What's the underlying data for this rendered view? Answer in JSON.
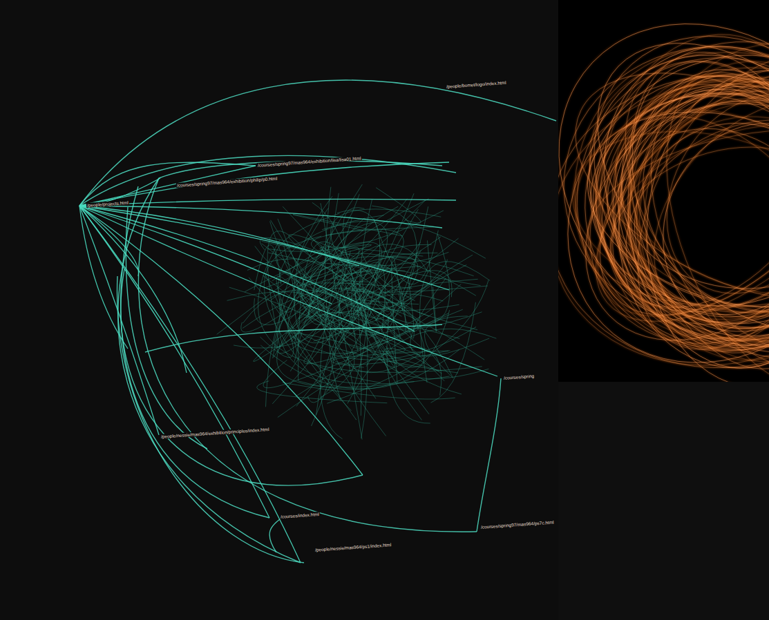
{
  "diagram": {
    "labels": [
      "/people/bomet/logo/index.html",
      "/courses/spring97/mas964/exhibition/lisa/lisa01.html",
      "/courses/spring97/mas964/exhibition/philip/p0.html",
      "/people/projects.html",
      "/people/nessie/mas964/exhibition/principles/index.html",
      "/courses/spring",
      "/courses/spring97/mas964/ps7c.html",
      "/people/nessie/mas964/ps1/index.html",
      "/courses/index.html"
    ]
  }
}
